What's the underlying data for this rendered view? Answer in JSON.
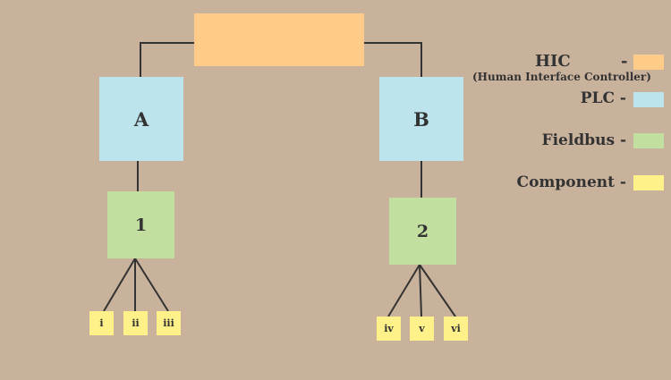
{
  "root": {
    "label": ""
  },
  "plcs": [
    {
      "id": "A",
      "label": "A"
    },
    {
      "id": "B",
      "label": "B"
    }
  ],
  "fieldbuses": [
    {
      "id": "1",
      "label": "1"
    },
    {
      "id": "2",
      "label": "2"
    }
  ],
  "components": [
    {
      "label": "i"
    },
    {
      "label": "ii"
    },
    {
      "label": "iii"
    },
    {
      "label": "iv"
    },
    {
      "label": "v"
    },
    {
      "label": "vi"
    }
  ],
  "legend": {
    "hic": {
      "label": "HIC",
      "dash": "-",
      "sublabel": "(Human Interface Controller)",
      "color": "#fecb88"
    },
    "plc": {
      "label": "PLC -",
      "color": "#bde4ec"
    },
    "fieldbus": {
      "label": "Fieldbus -",
      "color": "#c3df9f"
    },
    "component": {
      "label": "Component -",
      "color": "#fef189"
    }
  },
  "colors": {
    "background": "#c8b29c",
    "connector": "#333333"
  }
}
